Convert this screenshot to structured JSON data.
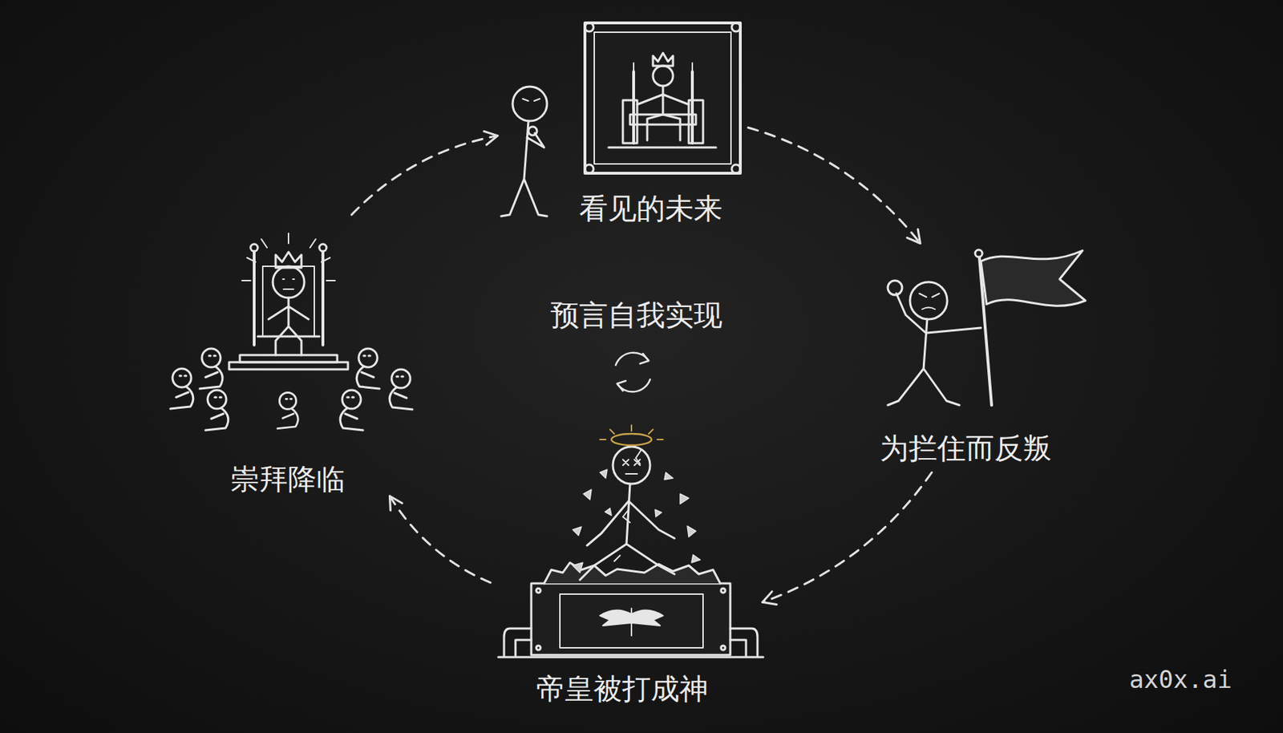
{
  "diagram": {
    "nodes": [
      {
        "text": [
          "看见的未来"
        ]
      },
      {
        "text": [
          "为拦住而反叛"
        ]
      },
      {
        "text": [
          "帝皇被打成神"
        ]
      },
      {
        "text": [
          "崇拜降临"
        ]
      }
    ],
    "edges": [
      {
        "from": 0,
        "to": 1,
        "arrow": "to"
      },
      {
        "from": 1,
        "to": 2,
        "arrow": "to"
      },
      {
        "from": 2,
        "to": 3,
        "arrow": "to"
      },
      {
        "from": 3,
        "to": 0,
        "arrow": "to"
      }
    ],
    "labels": [
      "预言自我实现",
      "ax0x.ai"
    ]
  }
}
